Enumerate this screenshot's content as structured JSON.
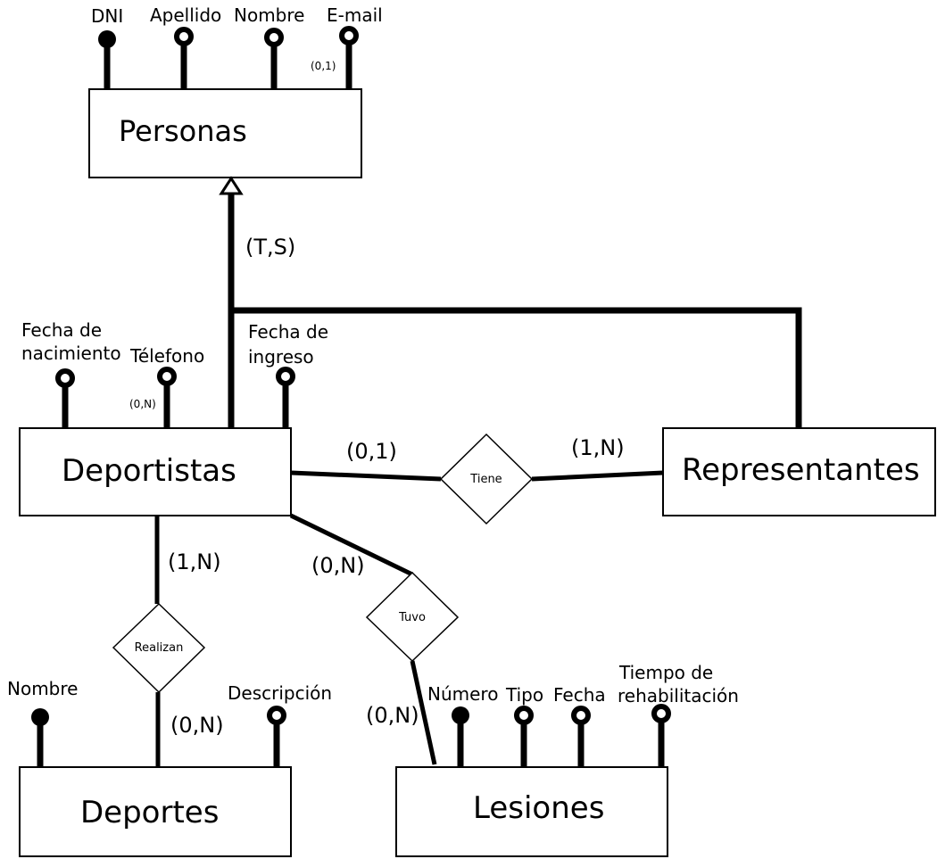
{
  "entities": {
    "personas": "Personas",
    "deportistas": "Deportistas",
    "representantes": "Representantes",
    "deportes": "Deportes",
    "lesiones": "Lesiones"
  },
  "relationships": {
    "tiene": "Tiene",
    "realizan": "Realizan",
    "tuvo": "Tuvo"
  },
  "attributes": {
    "personas": {
      "dni": "DNI",
      "apellido": "Apellido",
      "nombre": "Nombre",
      "email": "E-mail",
      "email_card": "(0,1)"
    },
    "deportistas": {
      "fecha_nac_line1": "Fecha de",
      "fecha_nac_line2": "nacimiento",
      "telefono": "Télefono",
      "telefono_card": "(0,N)",
      "fecha_ing_line1": "Fecha de",
      "fecha_ing_line2": "ingreso"
    },
    "deportes": {
      "nombre": "Nombre",
      "descripcion": "Descripción"
    },
    "lesiones": {
      "numero": "Número",
      "tipo": "Tipo",
      "fecha": "Fecha",
      "tiempo_line1": "Tiempo de",
      "tiempo_line2": "rehabilitación"
    }
  },
  "cardinalities": {
    "generalization": "(T,S)",
    "deportistas_tiene": "(0,1)",
    "tiene_representantes": "(1,N)",
    "deportistas_realizan": "(1,N)",
    "realizan_deportes": "(0,N)",
    "deportistas_tuvo": "(0,N)",
    "tuvo_lesiones": "(0,N)"
  }
}
